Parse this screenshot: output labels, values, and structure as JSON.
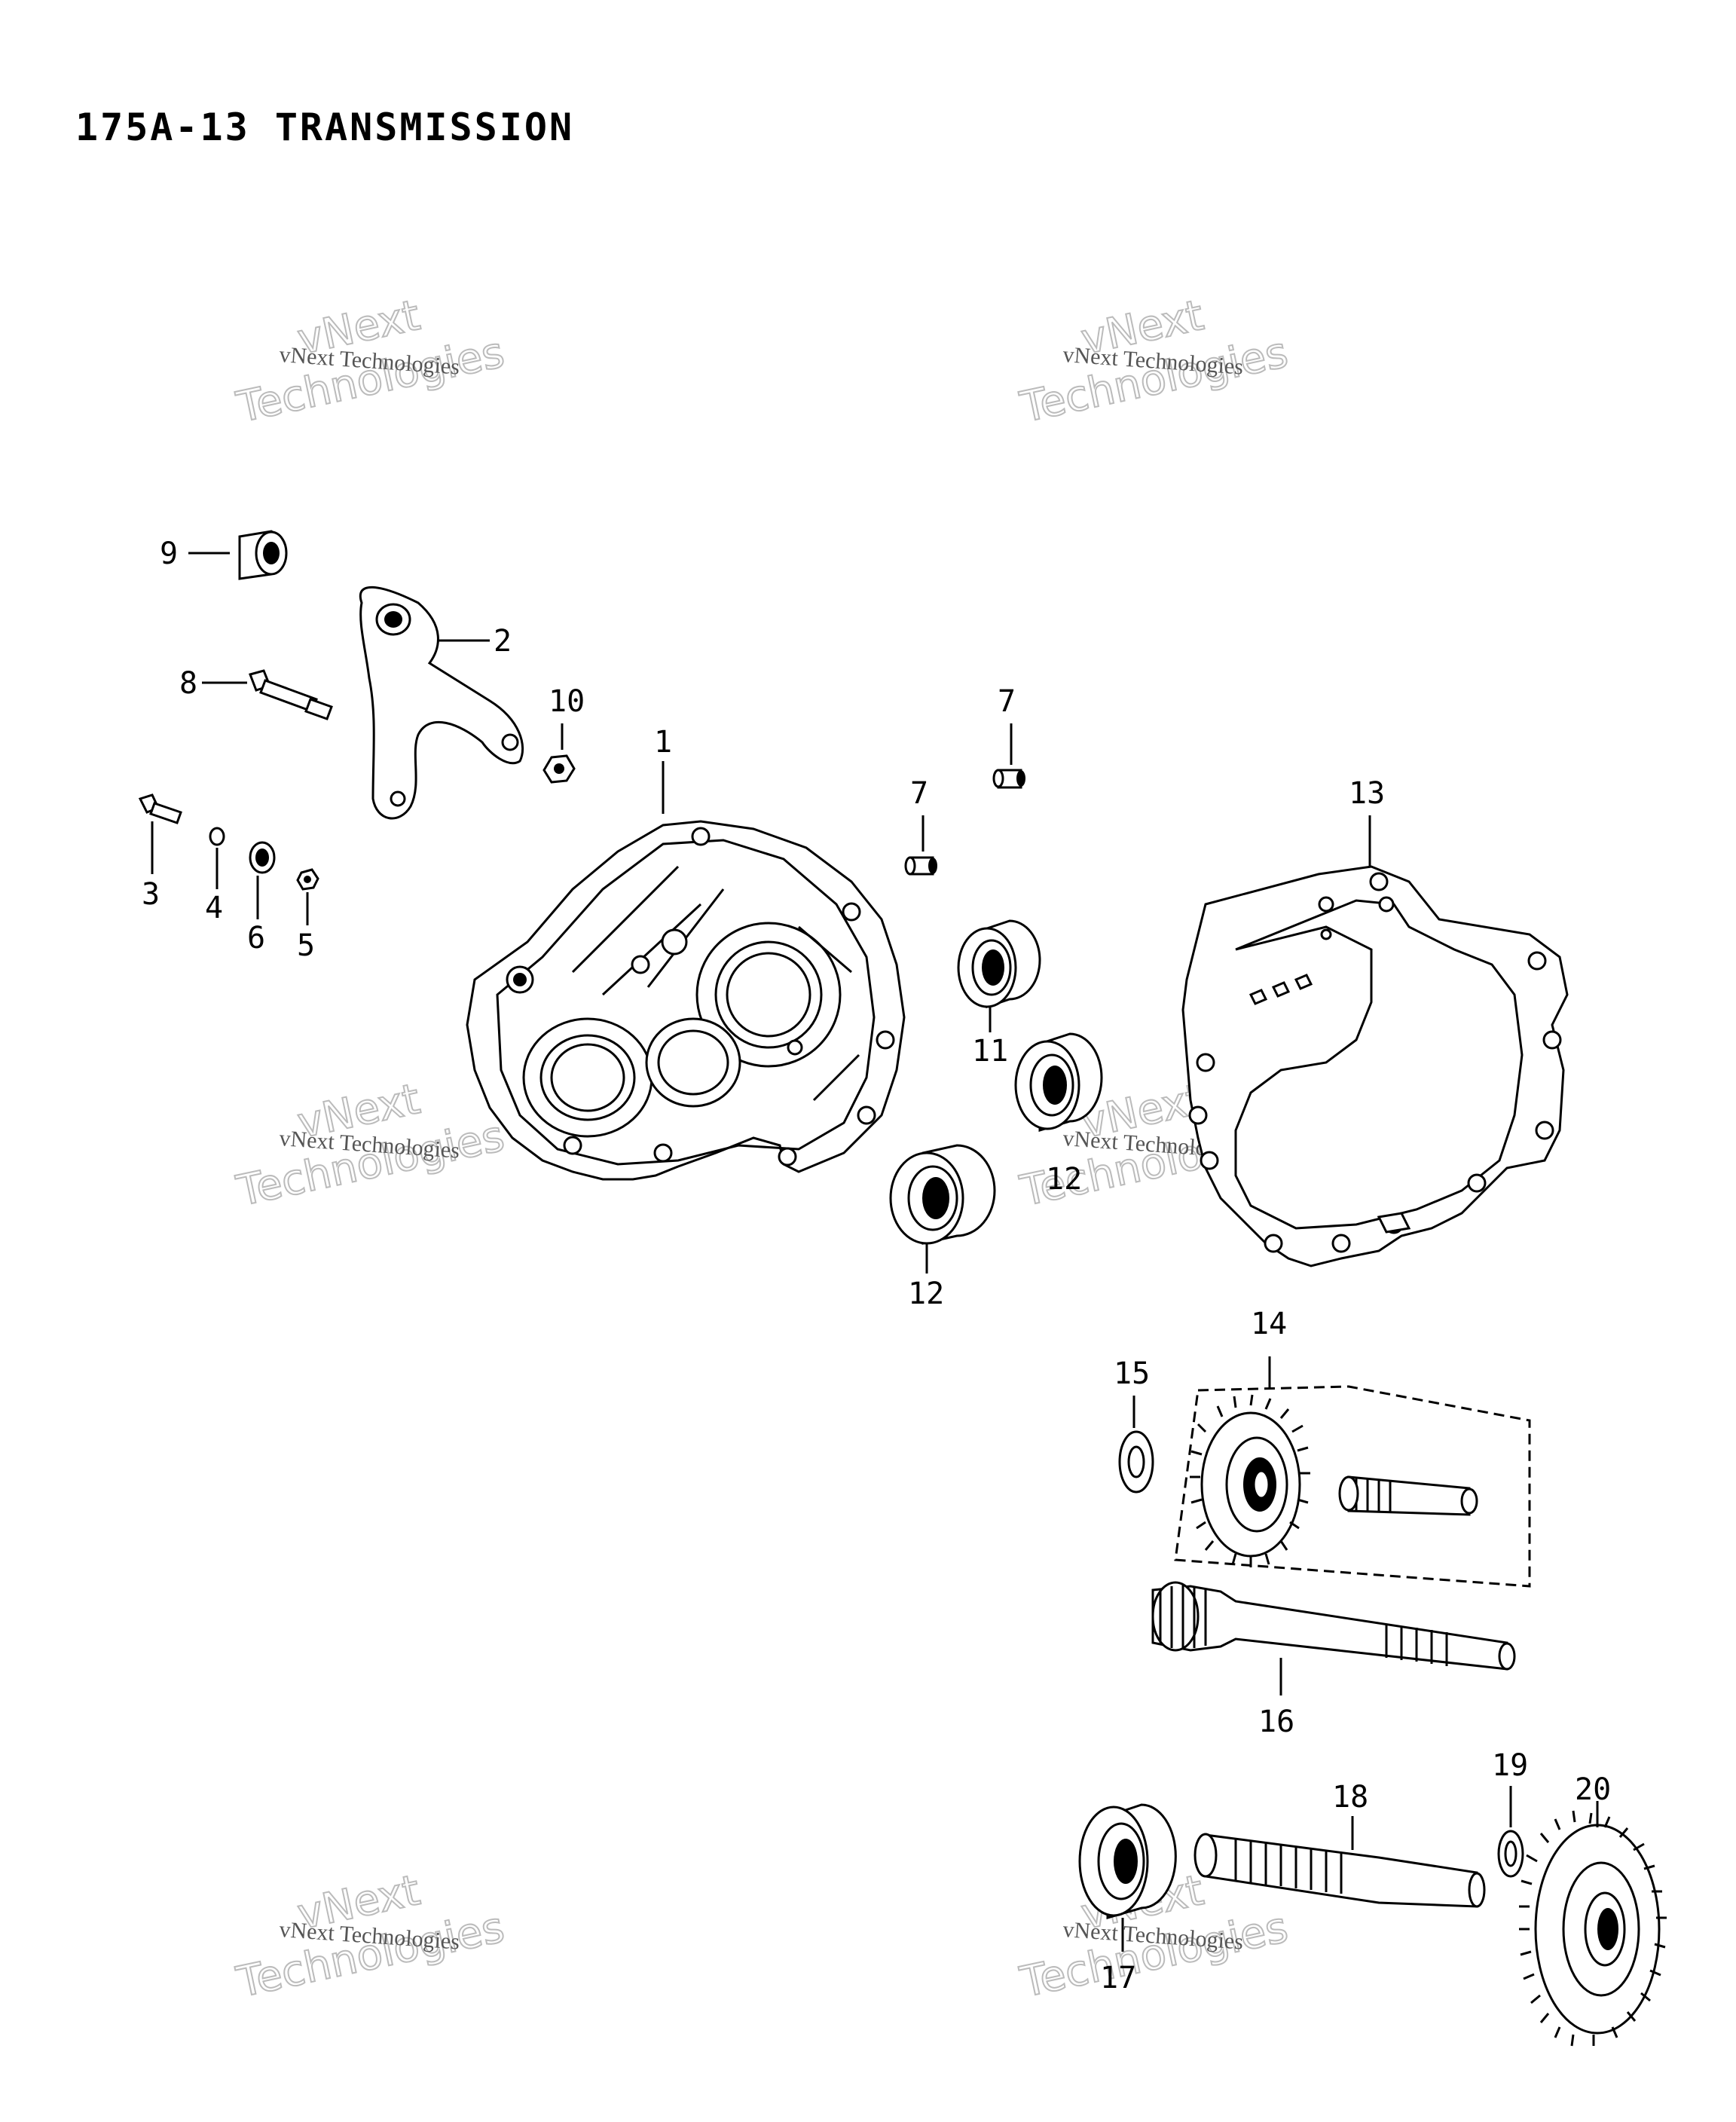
{
  "title": "175A-13  TRANSMISSION",
  "watermarks": [
    {
      "small": "vNext Technologies",
      "big_top": "vNext",
      "big_bottom": "Technologies"
    },
    {
      "small": "vNext Technologies",
      "big_top": "vNext",
      "big_bottom": "Technologies"
    },
    {
      "small": "vNext Technologies",
      "big_top": "vNext",
      "big_bottom": "Technologies"
    },
    {
      "small": "vNext Technologies",
      "big_top": "vNext",
      "big_bottom": "Technologies"
    },
    {
      "small": "vNext Technologies",
      "big_top": "vNext",
      "big_bottom": "Technologies"
    },
    {
      "small": "vNext Technologies",
      "big_top": "vNext",
      "big_bottom": "Technologies"
    }
  ],
  "callouts": {
    "c1": "1",
    "c2": "2",
    "c3": "3",
    "c4": "4",
    "c5": "5",
    "c6": "6",
    "c7a": "7",
    "c7b": "7",
    "c8": "8",
    "c9": "9",
    "c10": "10",
    "c11": "11",
    "c12a": "12",
    "c12b": "12",
    "c13": "13",
    "c14": "14",
    "c15": "15",
    "c16": "16",
    "c17": "17",
    "c18": "18",
    "c19": "19",
    "c20": "20"
  },
  "parts": [
    {
      "id": "1",
      "name": "transmission-case"
    },
    {
      "id": "2",
      "name": "shift-fork"
    },
    {
      "id": "3",
      "name": "bolt"
    },
    {
      "id": "4",
      "name": "washer"
    },
    {
      "id": "5",
      "name": "nut"
    },
    {
      "id": "6",
      "name": "seal"
    },
    {
      "id": "7",
      "name": "dowel-pin"
    },
    {
      "id": "8",
      "name": "bolt"
    },
    {
      "id": "9",
      "name": "bushing"
    },
    {
      "id": "10",
      "name": "nut"
    },
    {
      "id": "11",
      "name": "bearing"
    },
    {
      "id": "12",
      "name": "bearing"
    },
    {
      "id": "13",
      "name": "gasket"
    },
    {
      "id": "14",
      "name": "gear-assembly"
    },
    {
      "id": "15",
      "name": "washer"
    },
    {
      "id": "16",
      "name": "shaft"
    },
    {
      "id": "17",
      "name": "bearing"
    },
    {
      "id": "18",
      "name": "shaft"
    },
    {
      "id": "19",
      "name": "circlip"
    },
    {
      "id": "20",
      "name": "gear"
    }
  ]
}
